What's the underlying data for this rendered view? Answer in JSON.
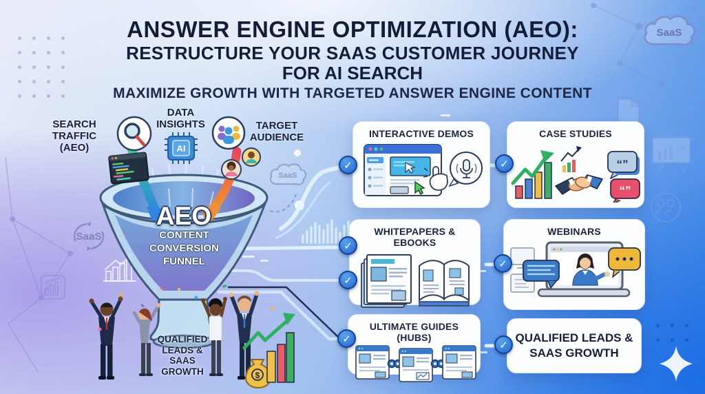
{
  "header": {
    "title_line1": "ANSWER ENGINE OPTIMIZATION (AEO):",
    "title_line2": "RESTRUCTURE YOUR SAAS CUSTOMER JOURNEY",
    "title_line3": "FOR AI SEARCH",
    "subtitle": "MAXIMIZE GROWTH WITH TARGETED ANSWER ENGINE CONTENT"
  },
  "funnel": {
    "input_search": "SEARCH\nTRAFFIC\n(AEO)",
    "input_data": "DATA\nINSIGHTS",
    "input_audience": "TARGET\nAUDIENCE",
    "ai_chip": "AI",
    "name_top": "AEO",
    "name_rest": "CONTENT\nCONVERSION\nFUNNEL"
  },
  "outcome": {
    "label": "QUALIFIED\nLEADS &\nSAAS\nGROWTH"
  },
  "cards": [
    {
      "title": "INTERACTIVE DEMOS"
    },
    {
      "title": "CASE STUDIES"
    },
    {
      "title": "WHITEPAPERS & EBOOKS"
    },
    {
      "title": "WEBINARS"
    },
    {
      "title": "ULTIMATE GUIDES (HUBS)"
    },
    {
      "title": "QUALIFIED LEADS &\nSAAS GROWTH"
    }
  ],
  "decor": {
    "saas_cloud_top": "SaaS",
    "saas_cloud_funnel": "SaaS",
    "saas_recycle": "SaaS"
  },
  "icons": {
    "check": "✓",
    "dollar": "$",
    "quotes": "“”"
  },
  "colors": {
    "title_navy": "#1a2340",
    "check_blue": "#2e7de0",
    "card_bg": "#fdfeff",
    "accent_green": "#2faf62",
    "accent_red": "#e8506a",
    "accent_yellow": "#eebc4a",
    "accent_blue": "#3a78c8",
    "bg_purple": "#a79fe5",
    "bg_blue": "#2f7ce2",
    "funnel_glass": "#cfe6f4",
    "funnel_liquid": "#5b8fd0"
  }
}
